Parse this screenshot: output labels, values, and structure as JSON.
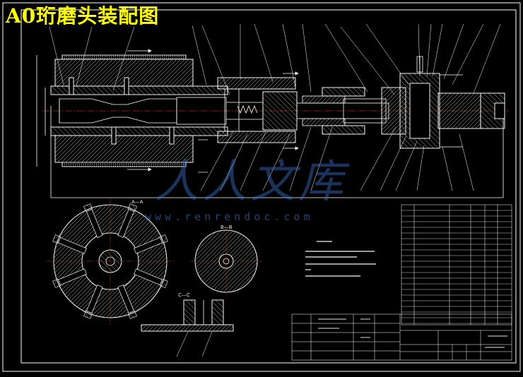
{
  "drawing": {
    "title": "A0珩磨头装配图",
    "watermark_cn": "人人文库",
    "watermark_url": "www.renrendoc.com"
  },
  "section_views": {
    "aa": "A—A",
    "bb": "B—B",
    "cc": "C—C"
  },
  "colors": {
    "background": "#000000",
    "title": "#ffff00",
    "line": "#ffffff",
    "hatch": "#cfcfcf",
    "watermark": "#4a7ac8"
  }
}
